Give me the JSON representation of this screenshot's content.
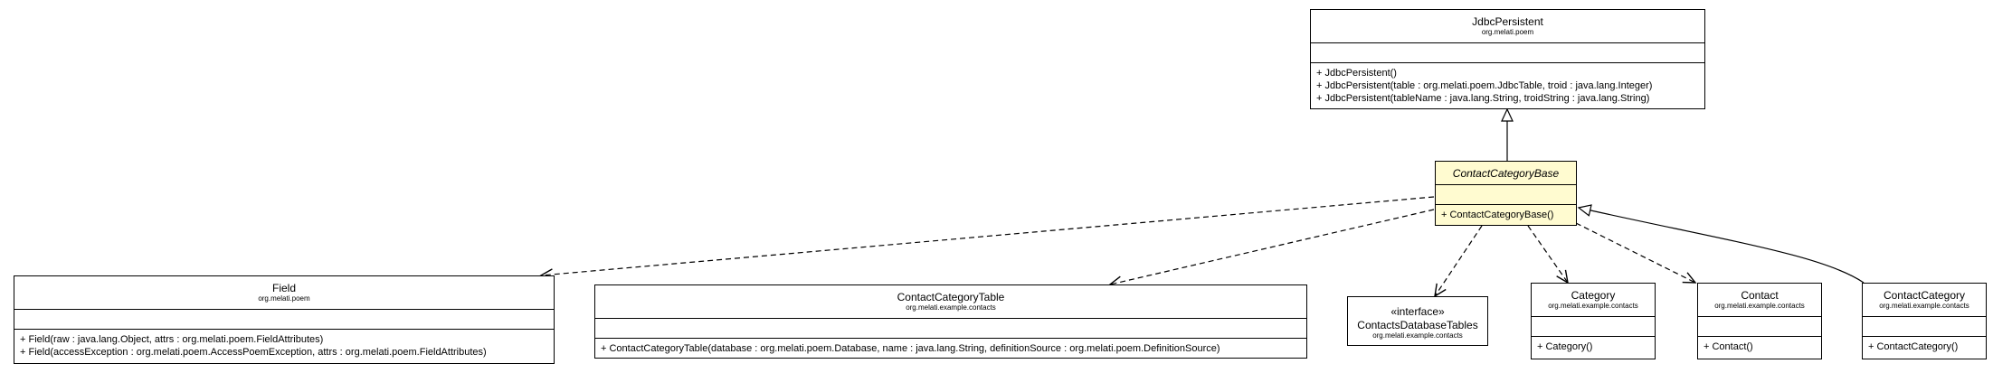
{
  "classes": {
    "jdbcpersistent": {
      "name": "JdbcPersistent",
      "package": "org.melati.poem",
      "ops": [
        "+ JdbcPersistent()",
        "+ JdbcPersistent(table : org.melati.poem.JdbcTable, troid : java.lang.Integer)",
        "+ JdbcPersistent(tableName : java.lang.String, troidString : java.lang.String)"
      ]
    },
    "contactcategorybase": {
      "name": "ContactCategoryBase",
      "ops": [
        "+ ContactCategoryBase()"
      ]
    },
    "field": {
      "name": "Field",
      "package": "org.melati.poem",
      "ops": [
        "+ Field(raw : java.lang.Object, attrs : org.melati.poem.FieldAttributes)",
        "+ Field(accessException : org.melati.poem.AccessPoemException, attrs : org.melati.poem.FieldAttributes)"
      ]
    },
    "contactcategorytable": {
      "name": "ContactCategoryTable",
      "package": "org.melati.example.contacts",
      "ops": [
        "+ ContactCategoryTable(database : org.melati.poem.Database, name : java.lang.String, definitionSource : org.melati.poem.DefinitionSource)"
      ]
    },
    "contactsdatabasetables": {
      "stereotype": "«interface»",
      "name": "ContactsDatabaseTables",
      "package": "org.melati.example.contacts"
    },
    "category": {
      "name": "Category",
      "package": "org.melati.example.contacts",
      "ops": [
        "+ Category()"
      ]
    },
    "contact": {
      "name": "Contact",
      "package": "org.melati.example.contacts",
      "ops": [
        "+ Contact()"
      ]
    },
    "contactcategory": {
      "name": "ContactCategory",
      "package": "org.melati.example.contacts",
      "ops": [
        "+ ContactCategory()"
      ]
    }
  },
  "colors": {
    "highlight": "#fffbd0",
    "line": "#000000",
    "background": "#ffffff"
  }
}
